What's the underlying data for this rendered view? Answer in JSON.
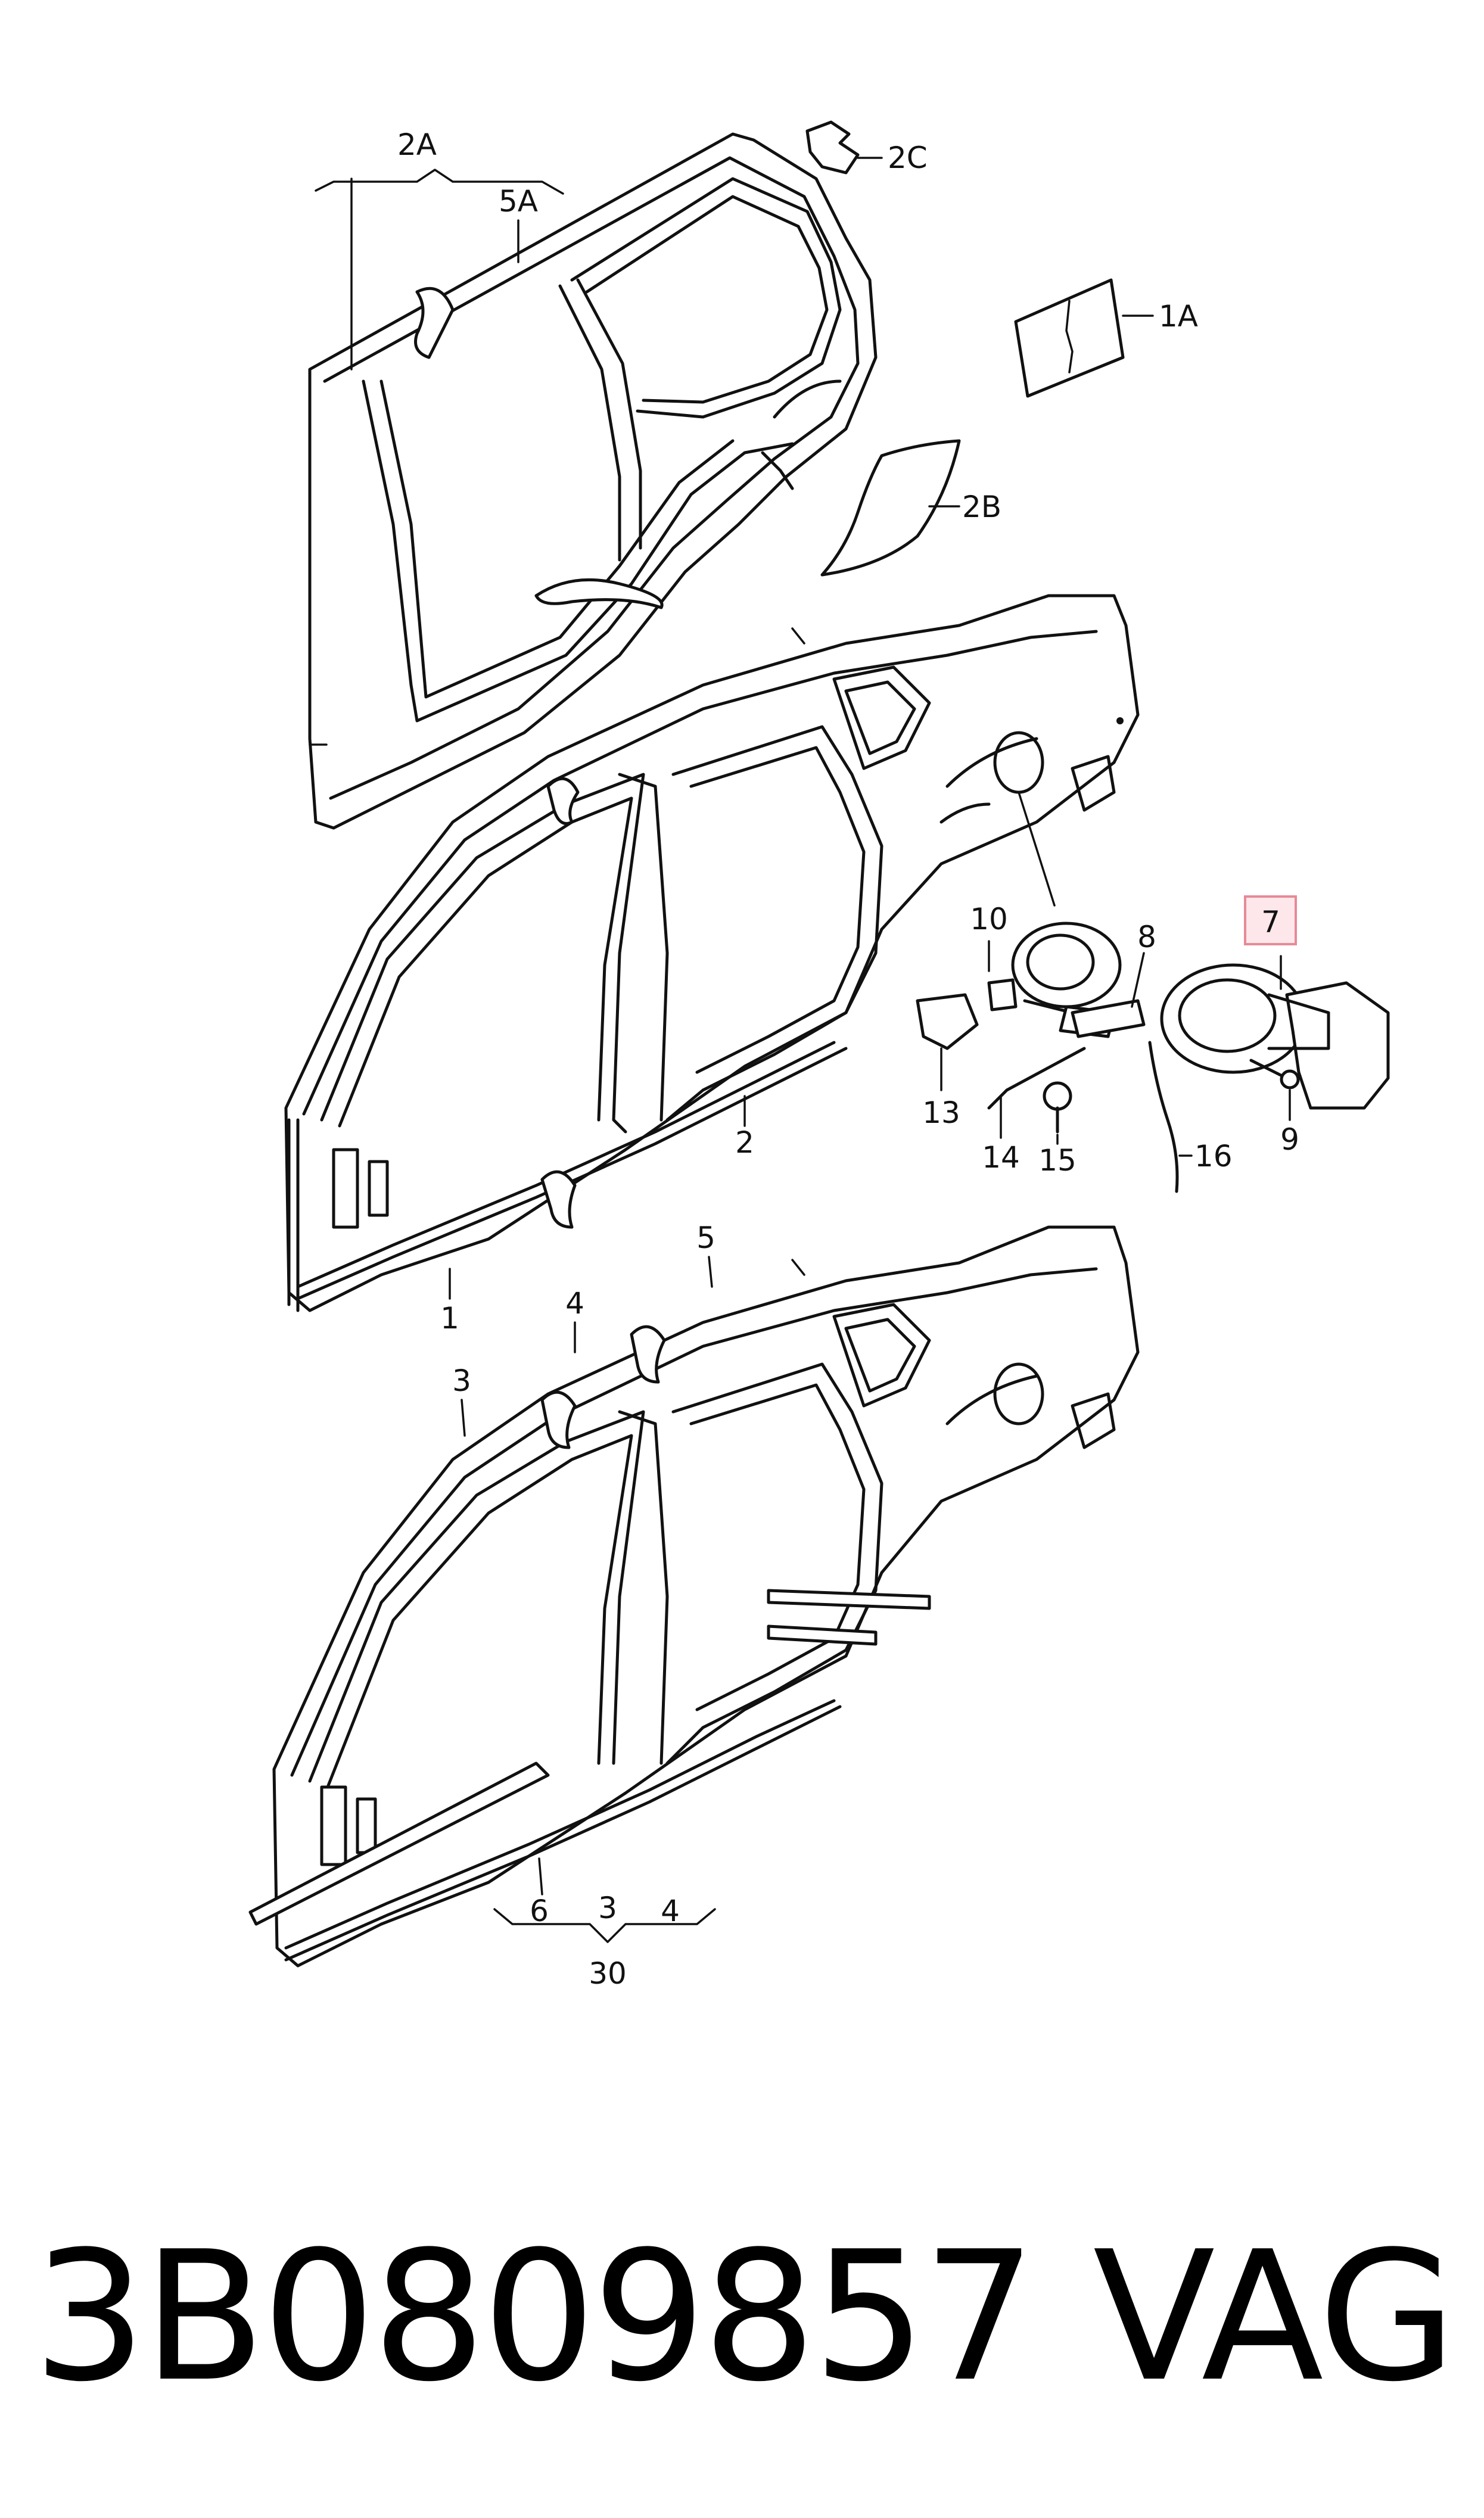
{
  "callouts": {
    "c2A": "2A",
    "c5A": "5A",
    "c2C": "2C",
    "c1A": "1A",
    "c2B": "2B",
    "c10": "10",
    "c8": "8",
    "c7": "7",
    "c13": "13",
    "c14": "14",
    "c15": "15",
    "c16": "16",
    "c9": "9",
    "c2": "2",
    "c1": "1",
    "c5": "5",
    "c4": "4",
    "c3": "3",
    "c6": "6",
    "c3b": "3",
    "c4b": "4",
    "c30": "30"
  },
  "highlight": {
    "label": "7",
    "color": "#e68a96"
  },
  "footer": {
    "part_number": "3B0809857",
    "brand": "VAG"
  }
}
